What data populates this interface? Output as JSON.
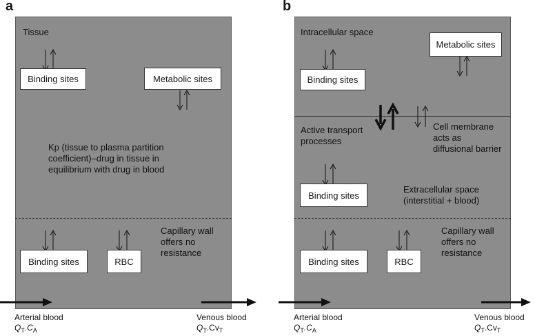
{
  "panel_a": {
    "letter": "a",
    "tissue": "Tissue",
    "binding_sites_top": "Binding sites",
    "metabolic_sites": "Metabolic sites",
    "kp_line1": "Kp (tissue to plasma partition",
    "kp_line2": "coefficient)–drug in tissue in",
    "kp_line3": "equilibrium with drug in blood",
    "capillary_line1": "Capillary wall",
    "capillary_line2": "offers no",
    "capillary_line3": "resistance",
    "binding_sites_bottom": "Binding sites",
    "rbc": "RBC",
    "arterial": "Arterial blood",
    "arterial_q": "Q",
    "arterial_q_sub": "T",
    "arterial_c": ".C",
    "arterial_c_sub": "A",
    "venous": "Venous blood",
    "venous_q": "Q",
    "venous_q_sub": "T",
    "venous_c": ".Cv",
    "venous_c_sub": "T"
  },
  "panel_b": {
    "letter": "b",
    "intracellular": "Intracellular space",
    "metabolic_sites": "Metabolic sites",
    "binding_sites_top": "Binding sites",
    "active_line1": "Active transport",
    "active_line2": "processes",
    "membrane_line1": "Cell membrane",
    "membrane_line2": "acts as",
    "membrane_line3": "diffusional barrier",
    "binding_sites_mid": "Binding sites",
    "extracellular_line1": "Extracellular space",
    "extracellular_line2": "(interstitial + blood)",
    "capillary_line1": "Capillary wall",
    "capillary_line2": "offers no",
    "capillary_line3": "resistance",
    "binding_sites_bottom": "Binding sites",
    "rbc": "RBC",
    "arterial": "Arterial blood",
    "arterial_q": "Q",
    "arterial_q_sub": "T",
    "arterial_c": ".C",
    "arterial_c_sub": "A",
    "venous": "Venous blood",
    "venous_q": "Q",
    "venous_q_sub": "T",
    "venous_c": ".Cv",
    "venous_c_sub": "T"
  },
  "colors": {
    "panel_fill": "#8c8c8c",
    "box_fill": "#ffffff",
    "ink": "#111111"
  }
}
